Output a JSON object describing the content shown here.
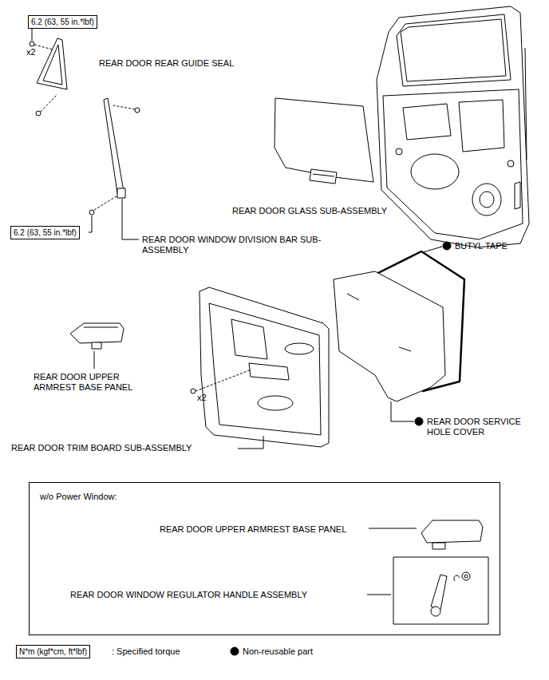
{
  "diagram": {
    "nodes": [
      {
        "text": [
          "6.2 (63, 55 in.*lbf)"
        ]
      },
      {
        "text": [
          "6.2 (63, 55 in.*lbf)"
        ]
      },
      {
        "text": [
          "w/o Power Window:",
          "REAR DOOR UPPER ARMREST BASE PANEL",
          "REAR DOOR WINDOW REGULATOR HANDLE ASSEMBLY"
        ]
      },
      {
        "text": [
          "N*m (kgf*cm, ft*lbf)"
        ]
      }
    ],
    "labels": [
      "x2",
      "REAR DOOR REAR GUIDE SEAL",
      "REAR DOOR GLASS SUB-ASSEMBLY",
      "REAR DOOR WINDOW DIVISION BAR SUB-ASSEMBLY",
      "BUTYL TAPE",
      "REAR DOOR UPPER ARMREST BASE PANEL",
      "REAR DOOR SERVICE HOLE COVER",
      "x2",
      "REAR DOOR TRIM BOARD SUB-ASSEMBLY"
    ],
    "legend": [
      {
        "text": ": Specified torque"
      },
      {
        "text": "Non-reusable part"
      }
    ]
  }
}
